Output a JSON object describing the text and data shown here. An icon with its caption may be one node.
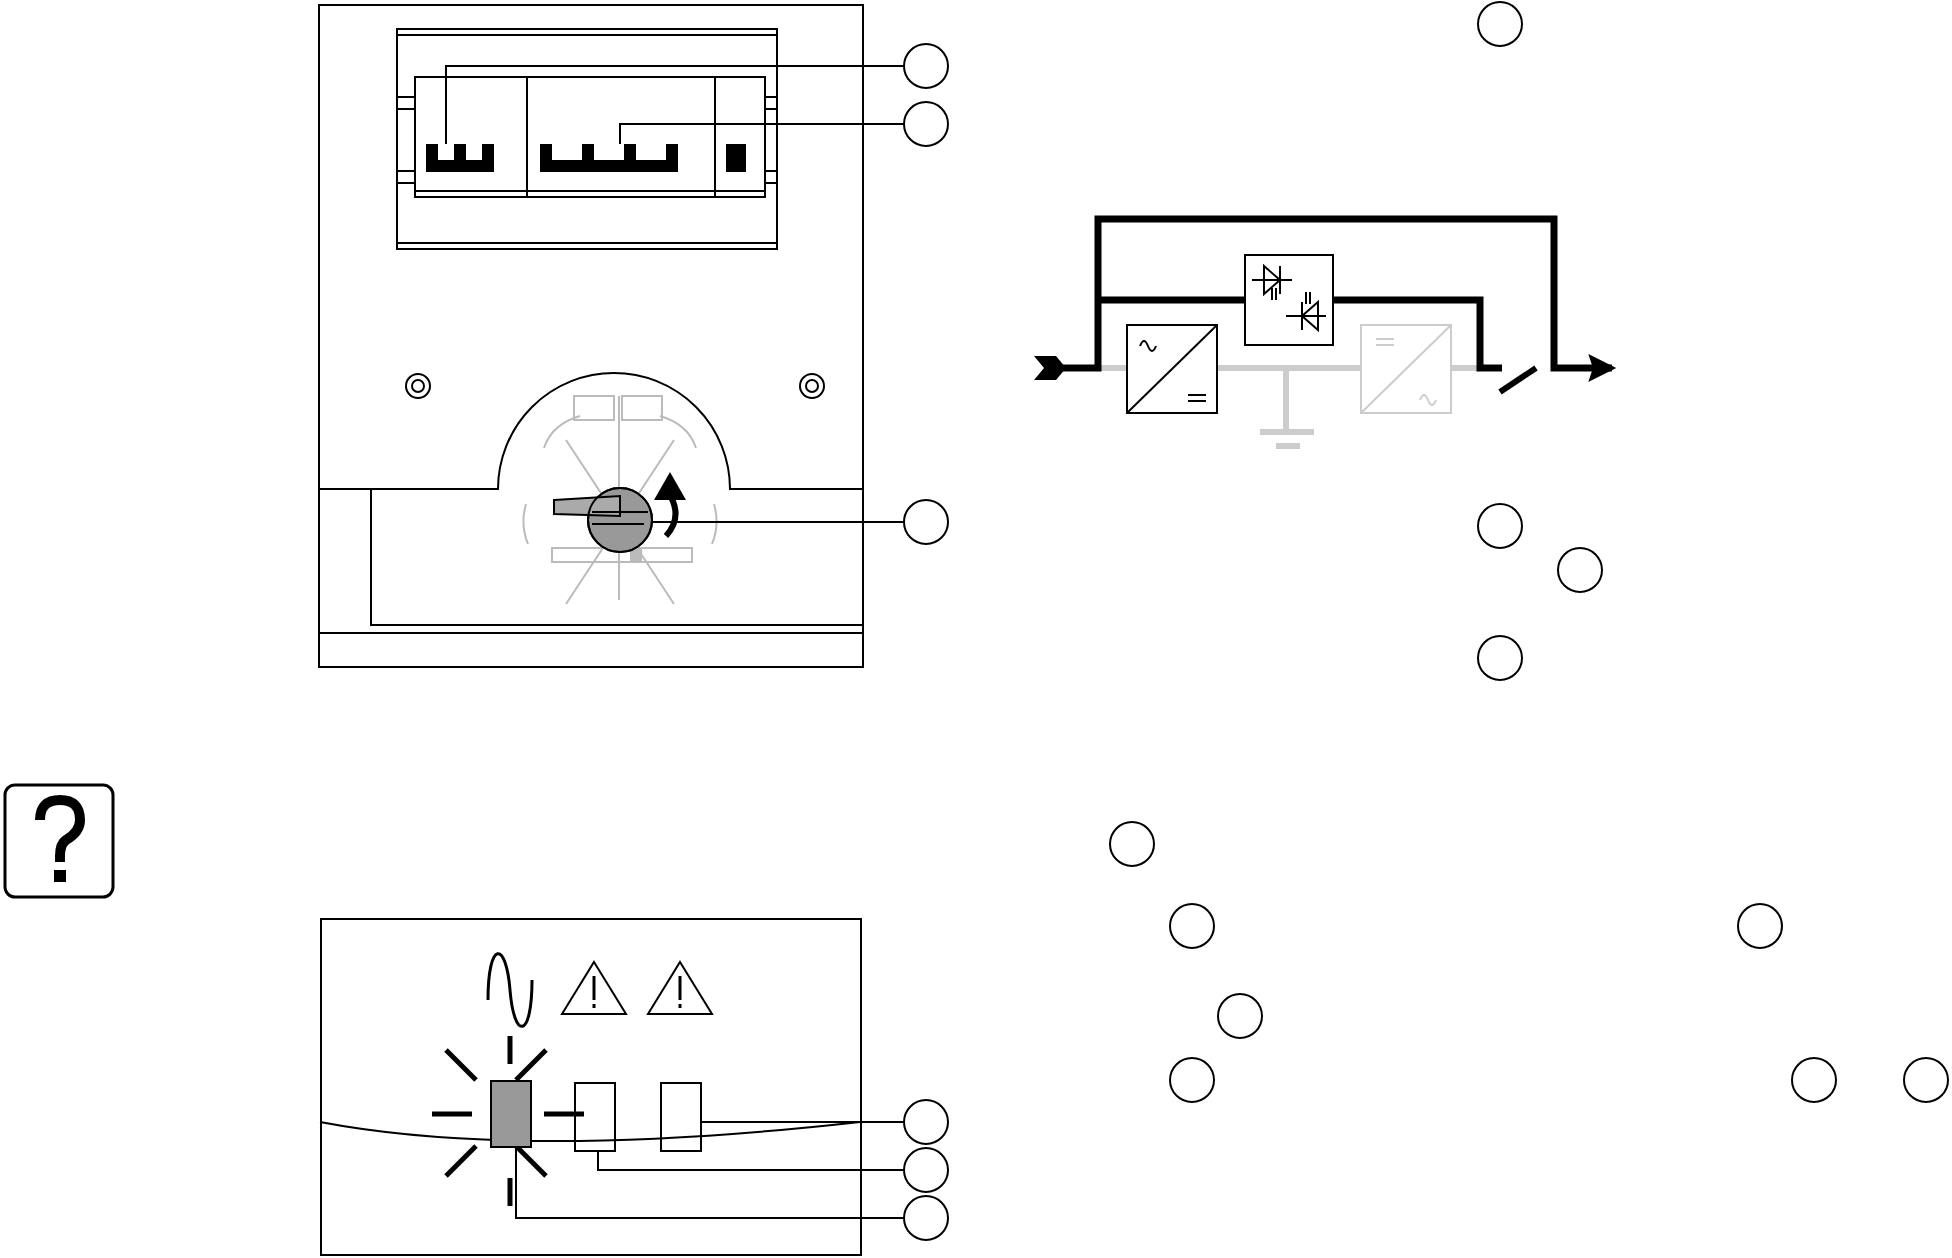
{
  "diagram": {
    "nodes": [
      {
        "text": [],
        "shape": "circle"
      },
      {
        "text": [],
        "shape": "circle"
      },
      {
        "text": [],
        "shape": "circle"
      },
      {
        "text": [],
        "shape": "bar"
      },
      {
        "text": [],
        "shape": "bar"
      },
      {
        "text": [],
        "shape": "circle"
      },
      {
        "text": [],
        "shape": "circle"
      },
      {
        "text": [],
        "shape": "circle"
      },
      {
        "text": [],
        "shape": "circle"
      },
      {
        "text": [],
        "shape": "circle"
      },
      {
        "text": [],
        "shape": "circle"
      },
      {
        "text": [],
        "shape": "circle"
      },
      {
        "text": [],
        "shape": "circle"
      },
      {
        "text": [],
        "shape": "circle"
      },
      {
        "text": [],
        "shape": "circle"
      },
      {
        "text": [],
        "shape": "circle"
      },
      {
        "text": [],
        "shape": "circle"
      },
      {
        "text": [],
        "shape": "box"
      },
      {
        "text": [],
        "shape": "box"
      },
      {
        "text": [],
        "shape": "box"
      },
      {
        "text": [],
        "shape": "circle"
      },
      {
        "text": [],
        "shape": "circle"
      },
      {
        "text": [],
        "shape": "circle"
      }
    ],
    "edges": [
      {
        "from": 0,
        "to": 3,
        "arrow": "none"
      },
      {
        "from": 1,
        "to": 4,
        "arrow": "none"
      },
      {
        "from": 6,
        "to": 5,
        "arrow": "none"
      },
      {
        "from": 20,
        "to": 19,
        "arrow": "none"
      },
      {
        "from": 21,
        "to": 18,
        "arrow": "none"
      },
      {
        "from": 22,
        "to": 17,
        "arrow": "none"
      }
    ]
  }
}
